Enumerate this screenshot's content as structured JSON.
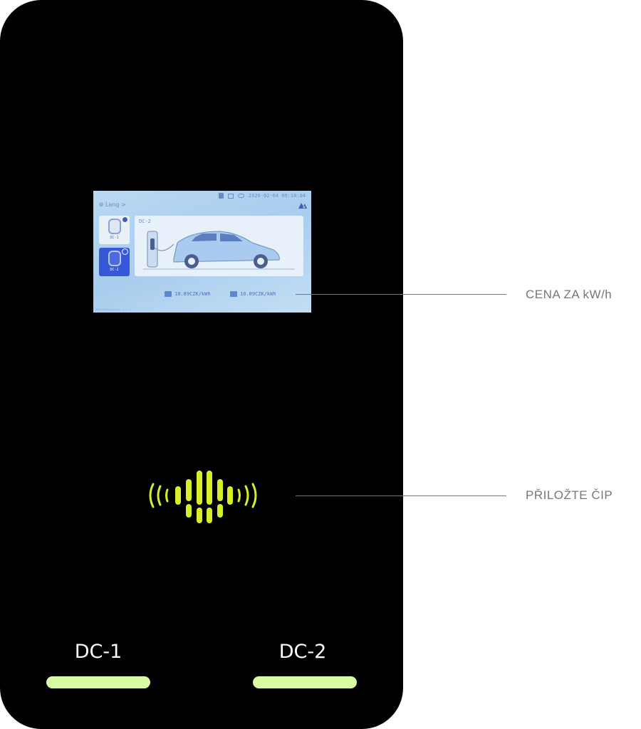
{
  "screen": {
    "datetime": "2026-02-04 09:10:04",
    "lang_label": "Lang",
    "lang_chevron": ">",
    "connectors": [
      {
        "label": "DC-1",
        "selected": false
      },
      {
        "label": "DC-2",
        "selected": true
      }
    ],
    "selected_title": "DC-2",
    "price_1": "10.89CZK/kWh",
    "price_2": "10.89CZK/kWh",
    "version": "BMBC2025041021487 1.1.17",
    "accent": "#3657d8"
  },
  "callouts": {
    "price": "CENA ZA kW/h",
    "rfid": "PŘILOŽTE ČIP"
  },
  "buttons": {
    "dc1": "DC-1",
    "dc2": "DC-2",
    "indicator_color": "#d9fba4"
  },
  "rfid_color": "#d8ee2a"
}
